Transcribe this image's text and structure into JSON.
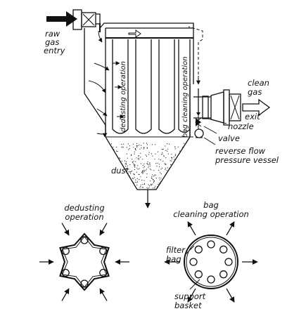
{
  "labels": {
    "raw_gas_line1": "raw",
    "raw_gas_line2": "gas",
    "raw_gas_line3": "entry",
    "clean_gas_line1": "clean",
    "clean_gas_line2": "gas",
    "exit": "exit",
    "dedusting_vertical": "dedusting operation",
    "bag_cleaning_vertical": "bag cleaning operation",
    "nozzle": "nozzle",
    "valve": "valve",
    "reverse_flow_line1": "reverse flow",
    "reverse_flow_line2": "pressure vessel",
    "dust": "dust",
    "dedusting_title_line1": "dedusting",
    "dedusting_title_line2": "operation",
    "bag_cleaning_title_line1": "bag",
    "bag_cleaning_title_line2": "cleaning operation",
    "filter_bag_line1": "filter",
    "filter_bag_line2": "bag",
    "support_basket_line1": "support",
    "support_basket_line2": "basket"
  },
  "colors": {
    "ink": "#111111",
    "background": "#ffffff"
  }
}
